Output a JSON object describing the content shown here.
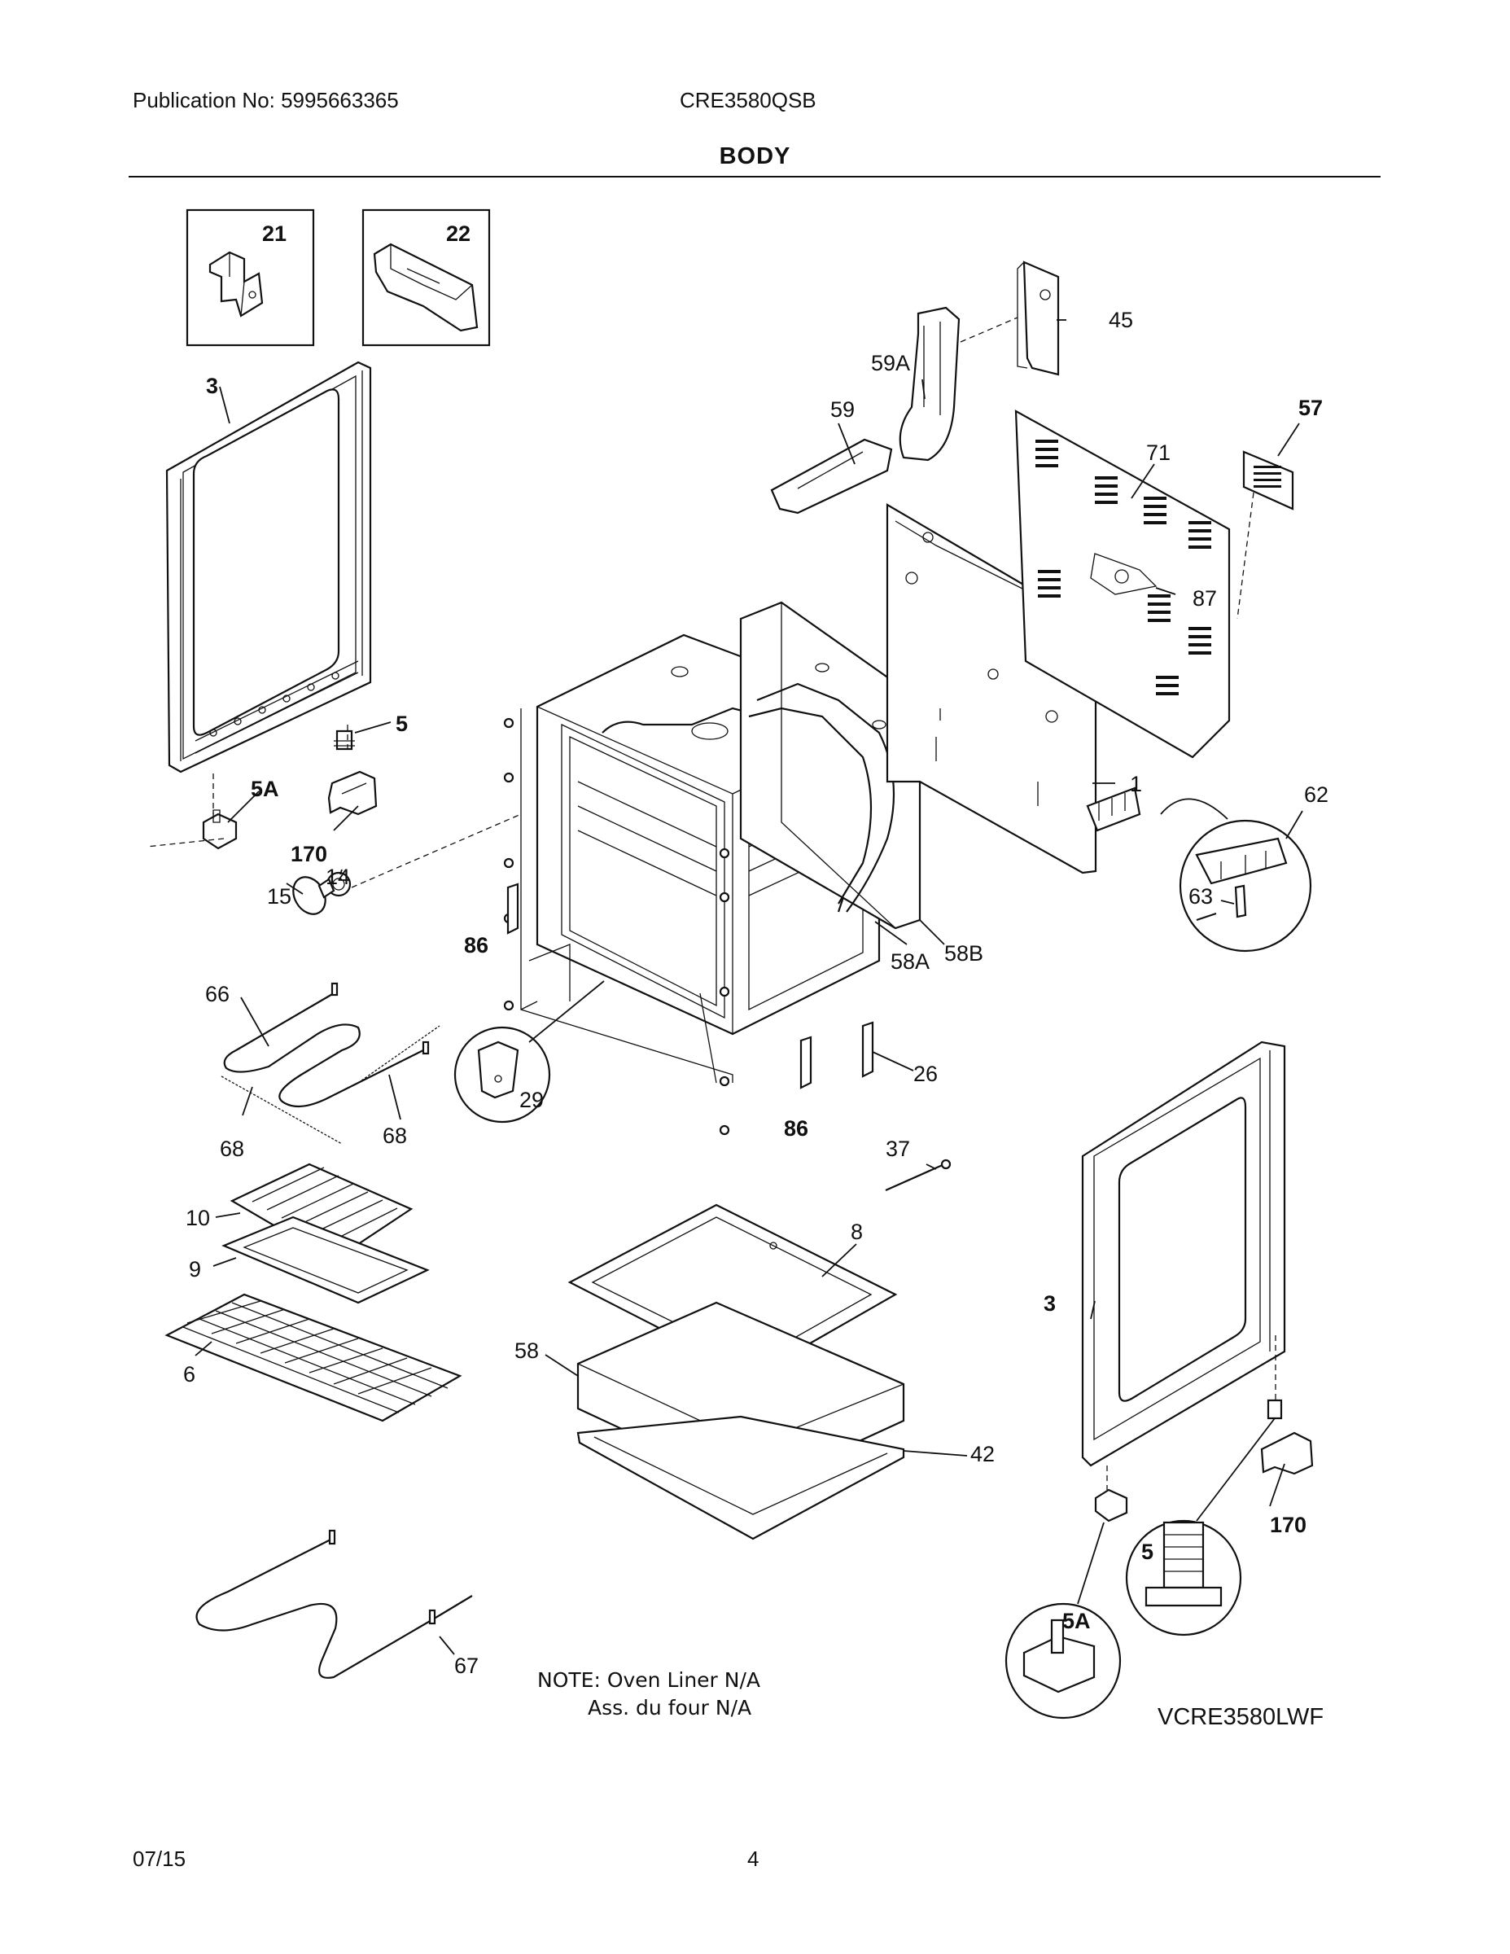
{
  "header": {
    "publication": "Publication No: 5995663365",
    "model": "CRE3580QSB",
    "section_title": "BODY"
  },
  "footer": {
    "date": "07/15",
    "page": "4"
  },
  "diagram": {
    "reference_code": "VCRE3580LWF",
    "note_line1": "NOTE: Oven Liner N/A",
    "note_line2": "Ass. du four N/A",
    "callouts": {
      "c21": "21",
      "c22": "22",
      "c3_left": "3",
      "c5_left": "5",
      "c5a_left": "5A",
      "c170_left": "170",
      "c14": "14",
      "c15": "15",
      "c86_left": "86",
      "c66": "66",
      "c68_left": "68",
      "c68_right": "68",
      "c29": "29",
      "c10": "10",
      "c9": "9",
      "c6": "6",
      "c67": "67",
      "c45": "45",
      "c59a": "59A",
      "c59": "59",
      "c57": "57",
      "c71": "71",
      "c87": "87",
      "c1": "1",
      "c62": "62",
      "c63": "63",
      "c58a": "58A",
      "c58b": "58B",
      "c26": "26",
      "c86_right": "86",
      "c37": "37",
      "c8": "8",
      "c58": "58",
      "c42": "42",
      "c3_right": "3",
      "c170_right": "170",
      "c5_right": "5",
      "c5a_right": "5A"
    }
  }
}
